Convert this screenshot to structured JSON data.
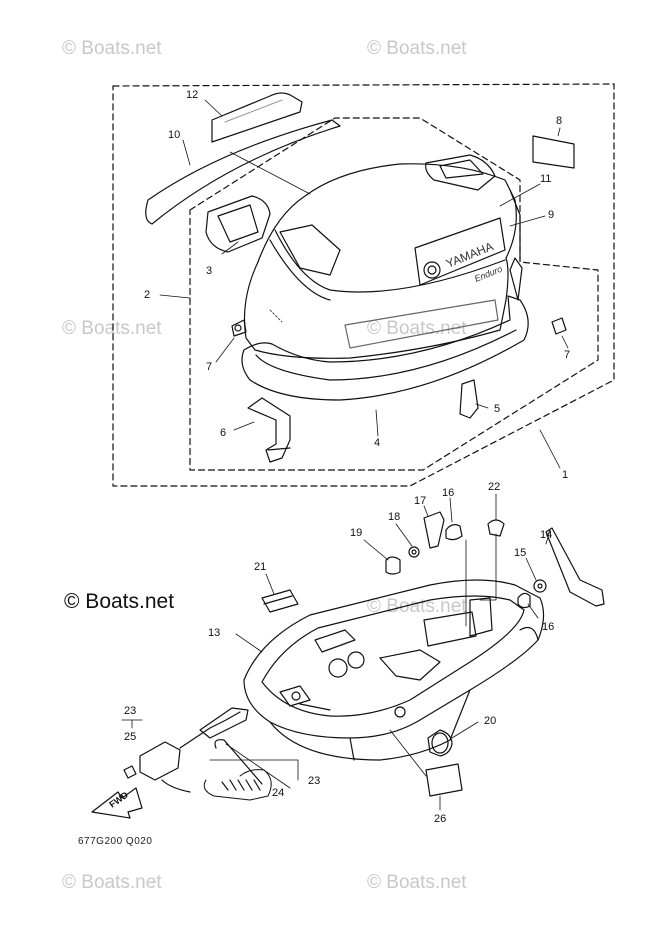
{
  "watermark": {
    "text": "© Boats.net",
    "main_text": "© Boats.net"
  },
  "diagram": {
    "code": "677G200 Q020",
    "fwd_label": "FWD",
    "brand_text": "YAMAHA",
    "model_text": "Enduro",
    "callouts": [
      "12",
      "10",
      "8",
      "11",
      "9",
      "3",
      "2",
      "7",
      "7",
      "6",
      "4",
      "5",
      "1",
      "22",
      "16",
      "17",
      "18",
      "19",
      "14",
      "15",
      "21",
      "16",
      "13",
      "20",
      "23",
      "25",
      "23",
      "24",
      "26"
    ]
  }
}
